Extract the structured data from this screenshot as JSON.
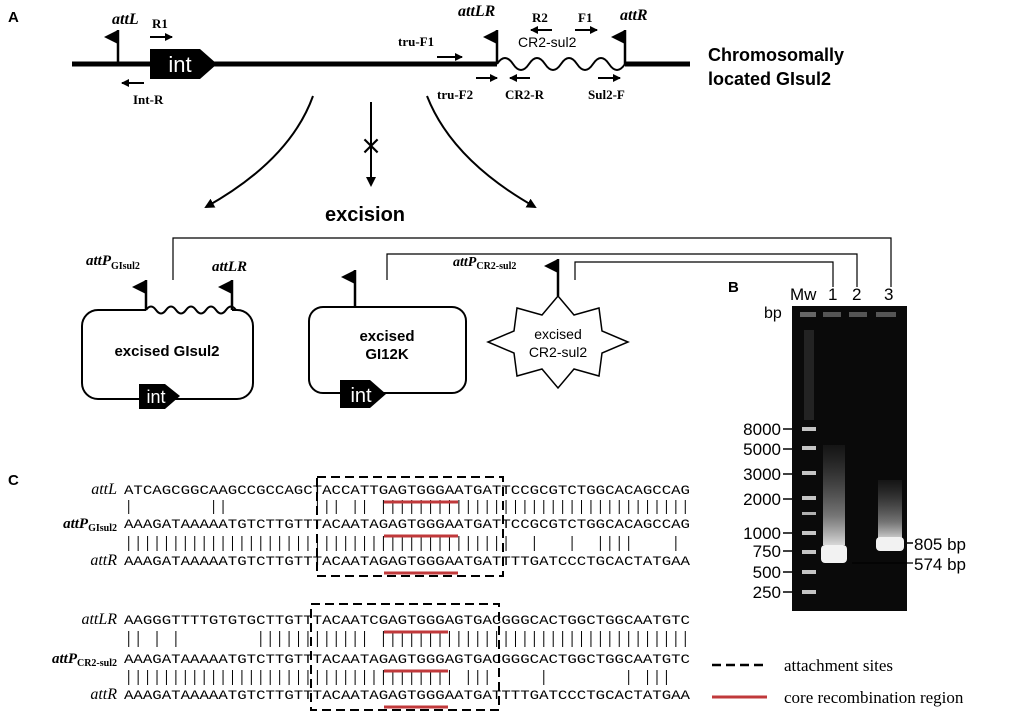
{
  "panel_labels": {
    "a": "A",
    "b": "B",
    "c": "C"
  },
  "panelA": {
    "genome_title_line1": "Chromosomally",
    "genome_title_line2": "located GIsul2",
    "att_top": {
      "attL": "attL",
      "attLR": "attLR",
      "attR": "attR"
    },
    "int_label": "int",
    "element_label": "CR2-sul2",
    "primers": {
      "R1": "R1",
      "IntR": "Int-R",
      "truF1": "tru-F1",
      "truF2": "tru-F2",
      "R2": "R2",
      "F1": "F1",
      "CR2R": "CR2-R",
      "Sul2F": "Sul2-F"
    },
    "excision_label": "excision",
    "cross_mark": "×",
    "products": {
      "p1_label": "excised GIsul2",
      "p1_att_left_main": "attP",
      "p1_att_left_sub": "GIsul2",
      "p1_att_right": "attLR",
      "p1_int": "int",
      "p2_label_line1": "excised",
      "p2_label_line2": "GI12K",
      "p2_int": "int",
      "p3_att_main": "attP",
      "p3_att_sub": "CR2-sul2",
      "p3_label_line1": "excised",
      "p3_label_line2": "CR2-sul2"
    }
  },
  "panelB": {
    "lanes": [
      "Mw",
      "1",
      "2",
      "3"
    ],
    "unit": "bp",
    "ladder": [
      "8000",
      "5000",
      "3000",
      "2000",
      "1000",
      "750",
      "500",
      "250"
    ],
    "bands": [
      "805 bp",
      "574 bp"
    ]
  },
  "panelC": {
    "group1": {
      "rows": [
        {
          "label_main": "attL",
          "label_sub": "",
          "seq": "ATCAGCGGCAAGCCGCCAGCTACCATTGAGTGGGAATGATTCCGCGTCTGGCACAGCCAG"
        },
        {
          "label_main": "attP",
          "label_sub": "GIsul2",
          "seq": "AAAGATAAAAATGTCTTGTTTACAATAGAGTGGGAATGATTCCGCGTCTGGCACAGCCAG"
        },
        {
          "label_main": "attR",
          "label_sub": "",
          "seq": "AAAGATAAAAATGTCTTGTTTACAATAGAGTGGGAATGATTTTGATCCCTGCACTATGAA"
        }
      ]
    },
    "group2": {
      "rows": [
        {
          "label_main": "attLR",
          "label_sub": "",
          "seq": "AAGGGTTTTGTGTGCTTGTTTACAATCGAGTGGGAGTGACGGGCACTGGCTGGCAATGTC"
        },
        {
          "label_main": "attP",
          "label_sub": "CR2-sul2",
          "seq": "AAAGATAAAAATGTCTTGTTTACAATAGAGTGGGAGTGACGGGCACTGGCTGGCAATGTC"
        },
        {
          "label_main": "attR",
          "label_sub": "",
          "seq": "AAAGATAAAAATGTCTTGTTTACAATAGAGTGGGAATGATTTTGATCCCTGCACTATGAA"
        }
      ]
    },
    "legend": {
      "attachment": "attachment sites",
      "core": "core recombination region"
    },
    "colors": {
      "core_line": "#c0393b"
    }
  }
}
